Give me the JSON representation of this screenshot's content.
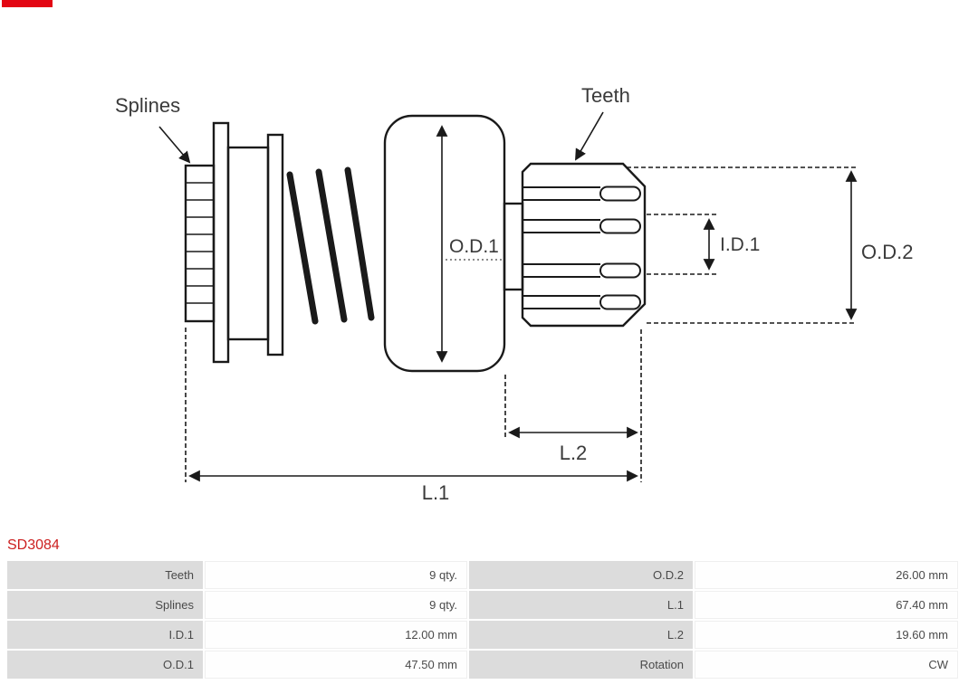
{
  "brand": {
    "logo_color": "#e30613"
  },
  "part": {
    "number": "SD3084",
    "number_color": "#cc2020"
  },
  "diagram": {
    "labels": {
      "splines": "Splines",
      "teeth": "Teeth",
      "od1": "O.D.1",
      "id1": "I.D.1",
      "od2": "O.D.2",
      "l1": "L.1",
      "l2": "L.2"
    }
  },
  "specs": {
    "rows": [
      {
        "label1": "Teeth",
        "value1": "9 qty.",
        "label2": "O.D.2",
        "value2": "26.00 mm"
      },
      {
        "label1": "Splines",
        "value1": "9 qty.",
        "label2": "L.1",
        "value2": "67.40 mm"
      },
      {
        "label1": "I.D.1",
        "value1": "12.00 mm",
        "label2": "L.2",
        "value2": "19.60 mm"
      },
      {
        "label1": "O.D.1",
        "value1": "47.50 mm",
        "label2": "Rotation",
        "value2": "CW"
      }
    ]
  }
}
